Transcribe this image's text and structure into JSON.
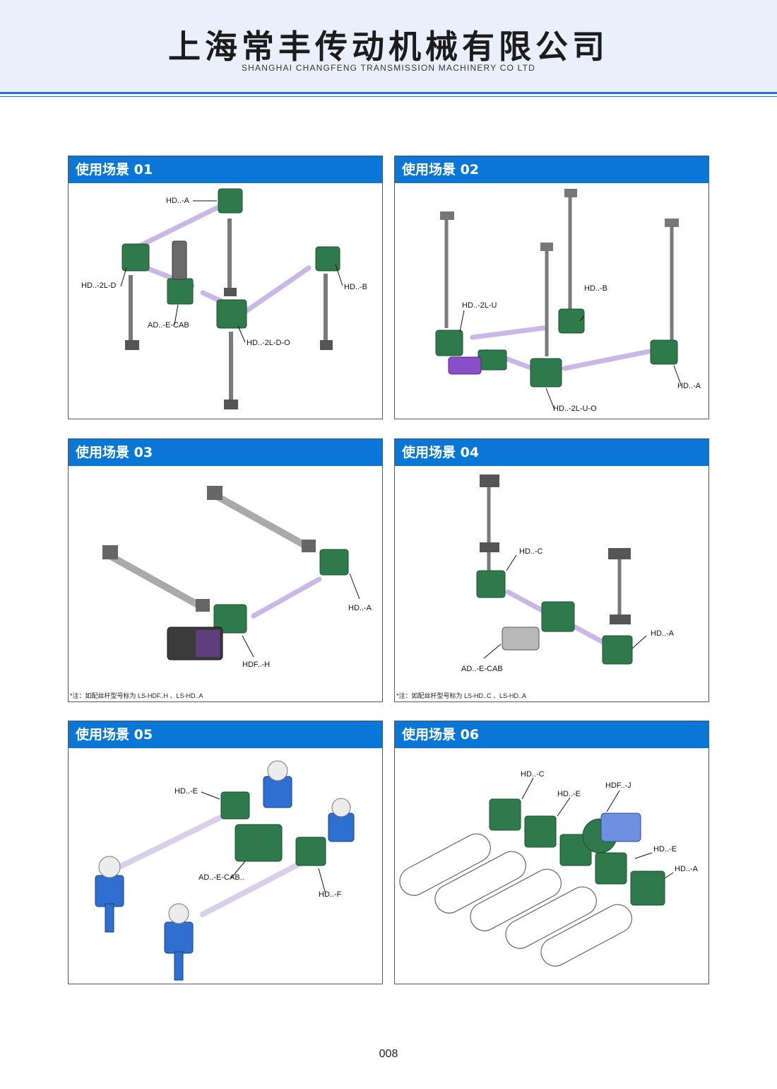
{
  "header": {
    "title": "上海常丰传动机械有限公司",
    "subtitle": "SHANGHAI CHANGFENG TRANSMISSION MACHINERY CO LTD"
  },
  "panels": [
    {
      "title": "使用场景 01",
      "labels": [
        "HD..-A",
        "HD..-2L-D",
        "HD..-B",
        "AD..-E-CAB",
        "HD..-2L-D-O"
      ]
    },
    {
      "title": "使用场景 02",
      "labels": [
        "HD..-B",
        "HD..-2L-U",
        "HD..-A",
        "HD..-2L-U-O"
      ]
    },
    {
      "title": "使用场景 03",
      "labels": [
        "HD..-A",
        "HDF..-H"
      ],
      "note": "*注：如配丝杆型号标为 LS-HDF..H 、LS-HD..A"
    },
    {
      "title": "使用场景 04",
      "labels": [
        "HD..-C",
        "HD..-A",
        "AD..-E-CAB"
      ],
      "note": "*注：如配丝杆型号标为 LS-HD..C 、LS-HD..A"
    },
    {
      "title": "使用场景 05",
      "labels": [
        "HD..-E",
        "AD..-E-CAB..",
        "HD..-F"
      ]
    },
    {
      "title": "使用场景 06",
      "labels": [
        "HD..-C",
        "HD..-E",
        "HDF..-J",
        "HD..-E",
        "HD..-A"
      ]
    }
  ],
  "colors": {
    "accent": "#0a77d6",
    "gearbox": "#2e7a4a",
    "jack_blue": "#2f6fd0",
    "motor_purple": "#8a4fc8"
  },
  "page_number": "008"
}
